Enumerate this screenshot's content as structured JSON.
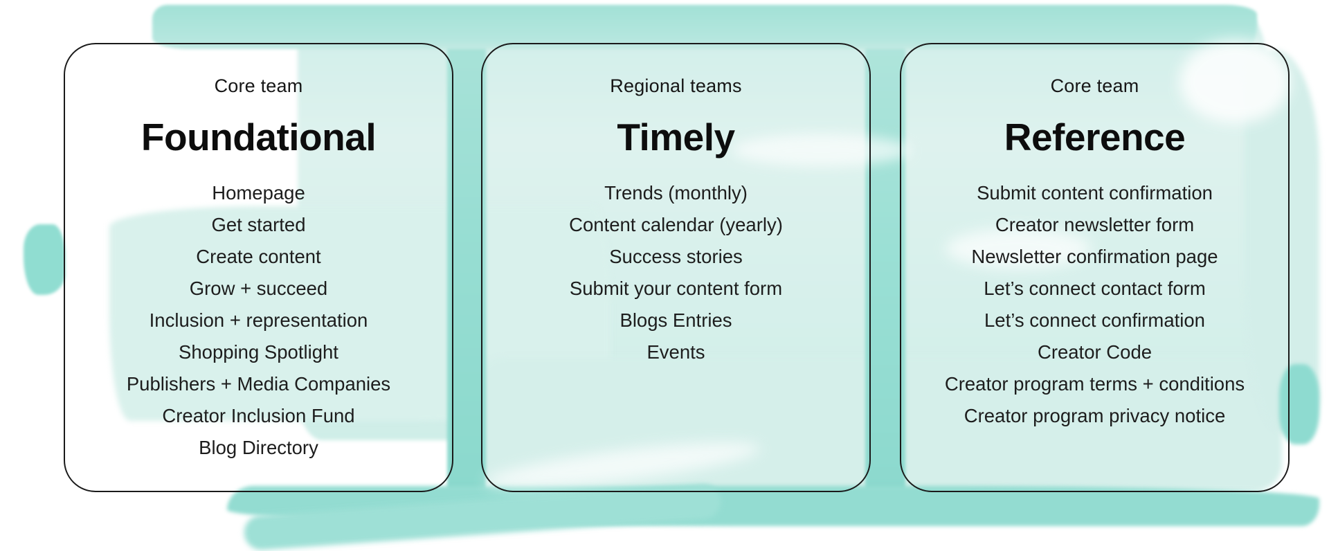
{
  "palette": {
    "background": "#ffffff",
    "card_border": "#1a1a1a",
    "heading_text": "#0d0d0d",
    "body_text": "#1d1d1d",
    "wash_light": "#d9f1ed",
    "wash_medium": "#a6e3da",
    "wash_dark": "#8edacf"
  },
  "cards": [
    {
      "team": "Core team",
      "title": "Foundational",
      "items": [
        "Homepage",
        "Get started",
        "Create content",
        "Grow + succeed",
        "Inclusion + representation",
        "Shopping Spotlight",
        "Publishers + Media Companies",
        "Creator Inclusion Fund",
        "Blog Directory"
      ]
    },
    {
      "team": "Regional teams",
      "title": "Timely",
      "items": [
        "Trends (monthly)",
        "Content calendar (yearly)",
        "Success stories",
        "Submit your content form",
        "Blogs Entries",
        "Events"
      ]
    },
    {
      "team": "Core team",
      "title": "Reference",
      "items": [
        "Submit content confirmation",
        "Creator newsletter form",
        "Newsletter confirmation page",
        "Let’s connect contact form",
        "Let’s connect confirmation",
        "Creator Code",
        "Creator program terms + conditions",
        "Creator program privacy notice"
      ]
    }
  ]
}
